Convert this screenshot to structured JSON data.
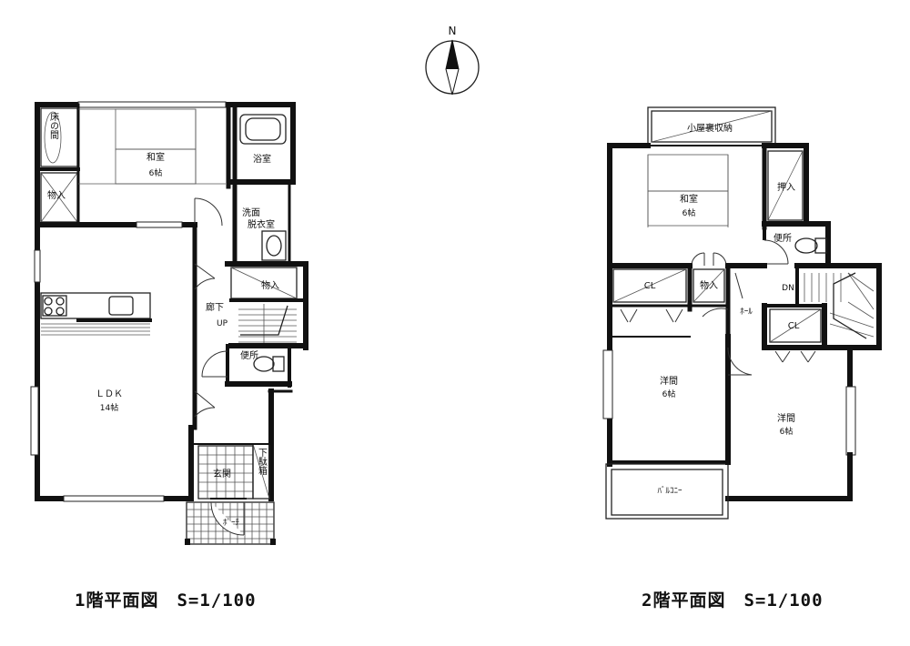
{
  "compass": {
    "north_label": "N"
  },
  "floor1": {
    "caption": "1階平面図　S=1/100",
    "rooms": {
      "tokonoma": "床の間",
      "monoire": "物入",
      "washitsu": "和室",
      "washitsu_size": "6帖",
      "yokushitsu": "浴室",
      "senmen": "洗面",
      "datsuishitsu": "脱衣室",
      "monoire2": "物入",
      "rouka": "廊下",
      "up": "UP",
      "benjo": "便所",
      "ldk": "ＬＤＫ",
      "ldk_size": "14帖",
      "genkan": "玄関",
      "getabako": "下駄箱",
      "porch": "ﾎﾟｰﾁ"
    }
  },
  "floor2": {
    "caption": "2階平面図　S=1/100",
    "rooms": {
      "koyaura": "小屋裏収納",
      "washitsu": "和室",
      "washitsu_size": "6帖",
      "oshiire": "押入",
      "benjo": "便所",
      "cl1": "CL",
      "monoire": "物入",
      "dn": "DN",
      "hall": "ﾎｰﾙ",
      "cl2": "CL",
      "youma1": "洋間",
      "youma1_size": "6帖",
      "youma2": "洋間",
      "youma2_size": "6帖",
      "balcony": "ﾊﾞﾙｺﾆｰ"
    }
  }
}
